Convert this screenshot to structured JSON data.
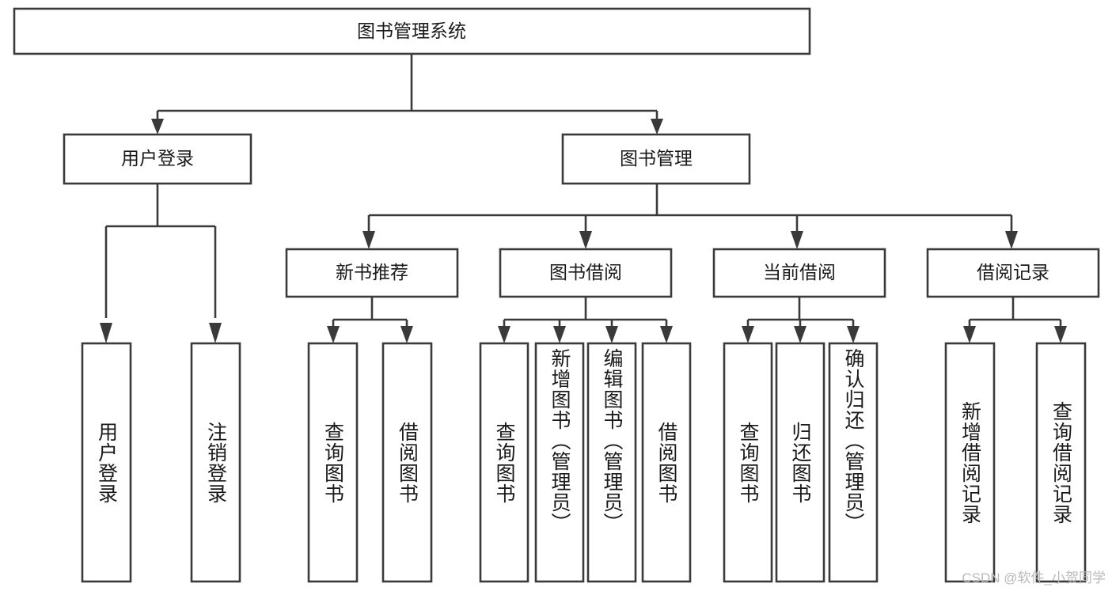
{
  "diagram": {
    "title": "图书管理系统",
    "watermark": "CSDN @软件_小贺同学",
    "levels": {
      "root": {
        "label": "图书管理系统"
      },
      "level2": [
        {
          "id": "user-login",
          "label": "用户登录"
        },
        {
          "id": "book-manage",
          "label": "图书管理"
        }
      ],
      "level3": [
        {
          "id": "new-book-recommend",
          "label": "新书推荐"
        },
        {
          "id": "book-borrow",
          "label": "图书借阅"
        },
        {
          "id": "current-borrow",
          "label": "当前借阅"
        },
        {
          "id": "borrow-record",
          "label": "借阅记录"
        }
      ],
      "leaves": [
        {
          "id": "leaf-user-login",
          "label": "用户登录",
          "parent": "user-login"
        },
        {
          "id": "leaf-logout",
          "label": "注销登录",
          "parent": "user-login"
        },
        {
          "id": "leaf-query-book-1",
          "label": "查询图书",
          "parent": "new-book-recommend"
        },
        {
          "id": "leaf-borrow-book-1",
          "label": "借阅图书",
          "parent": "new-book-recommend"
        },
        {
          "id": "leaf-query-book-2",
          "label": "查询图书",
          "parent": "book-borrow"
        },
        {
          "id": "leaf-add-book",
          "label": "新增图书（管理员）",
          "parent": "book-borrow"
        },
        {
          "id": "leaf-edit-book",
          "label": "编辑图书（管理员）",
          "parent": "book-borrow"
        },
        {
          "id": "leaf-borrow-book-2",
          "label": "借阅图书",
          "parent": "book-borrow"
        },
        {
          "id": "leaf-query-book-3",
          "label": "查询图书",
          "parent": "current-borrow"
        },
        {
          "id": "leaf-return-book",
          "label": "归还图书",
          "parent": "current-borrow"
        },
        {
          "id": "leaf-confirm-return",
          "label": "确认归还（管理员）",
          "parent": "current-borrow"
        },
        {
          "id": "leaf-add-record",
          "label": "新增借阅记录",
          "parent": "borrow-record"
        },
        {
          "id": "leaf-query-record",
          "label": "查询借阅记录",
          "parent": "borrow-record"
        }
      ]
    },
    "colors": {
      "stroke": "#3a3a3a",
      "fill": "#ffffff",
      "text": "#1a1a1a",
      "watermark": "#b9b9b9"
    }
  }
}
